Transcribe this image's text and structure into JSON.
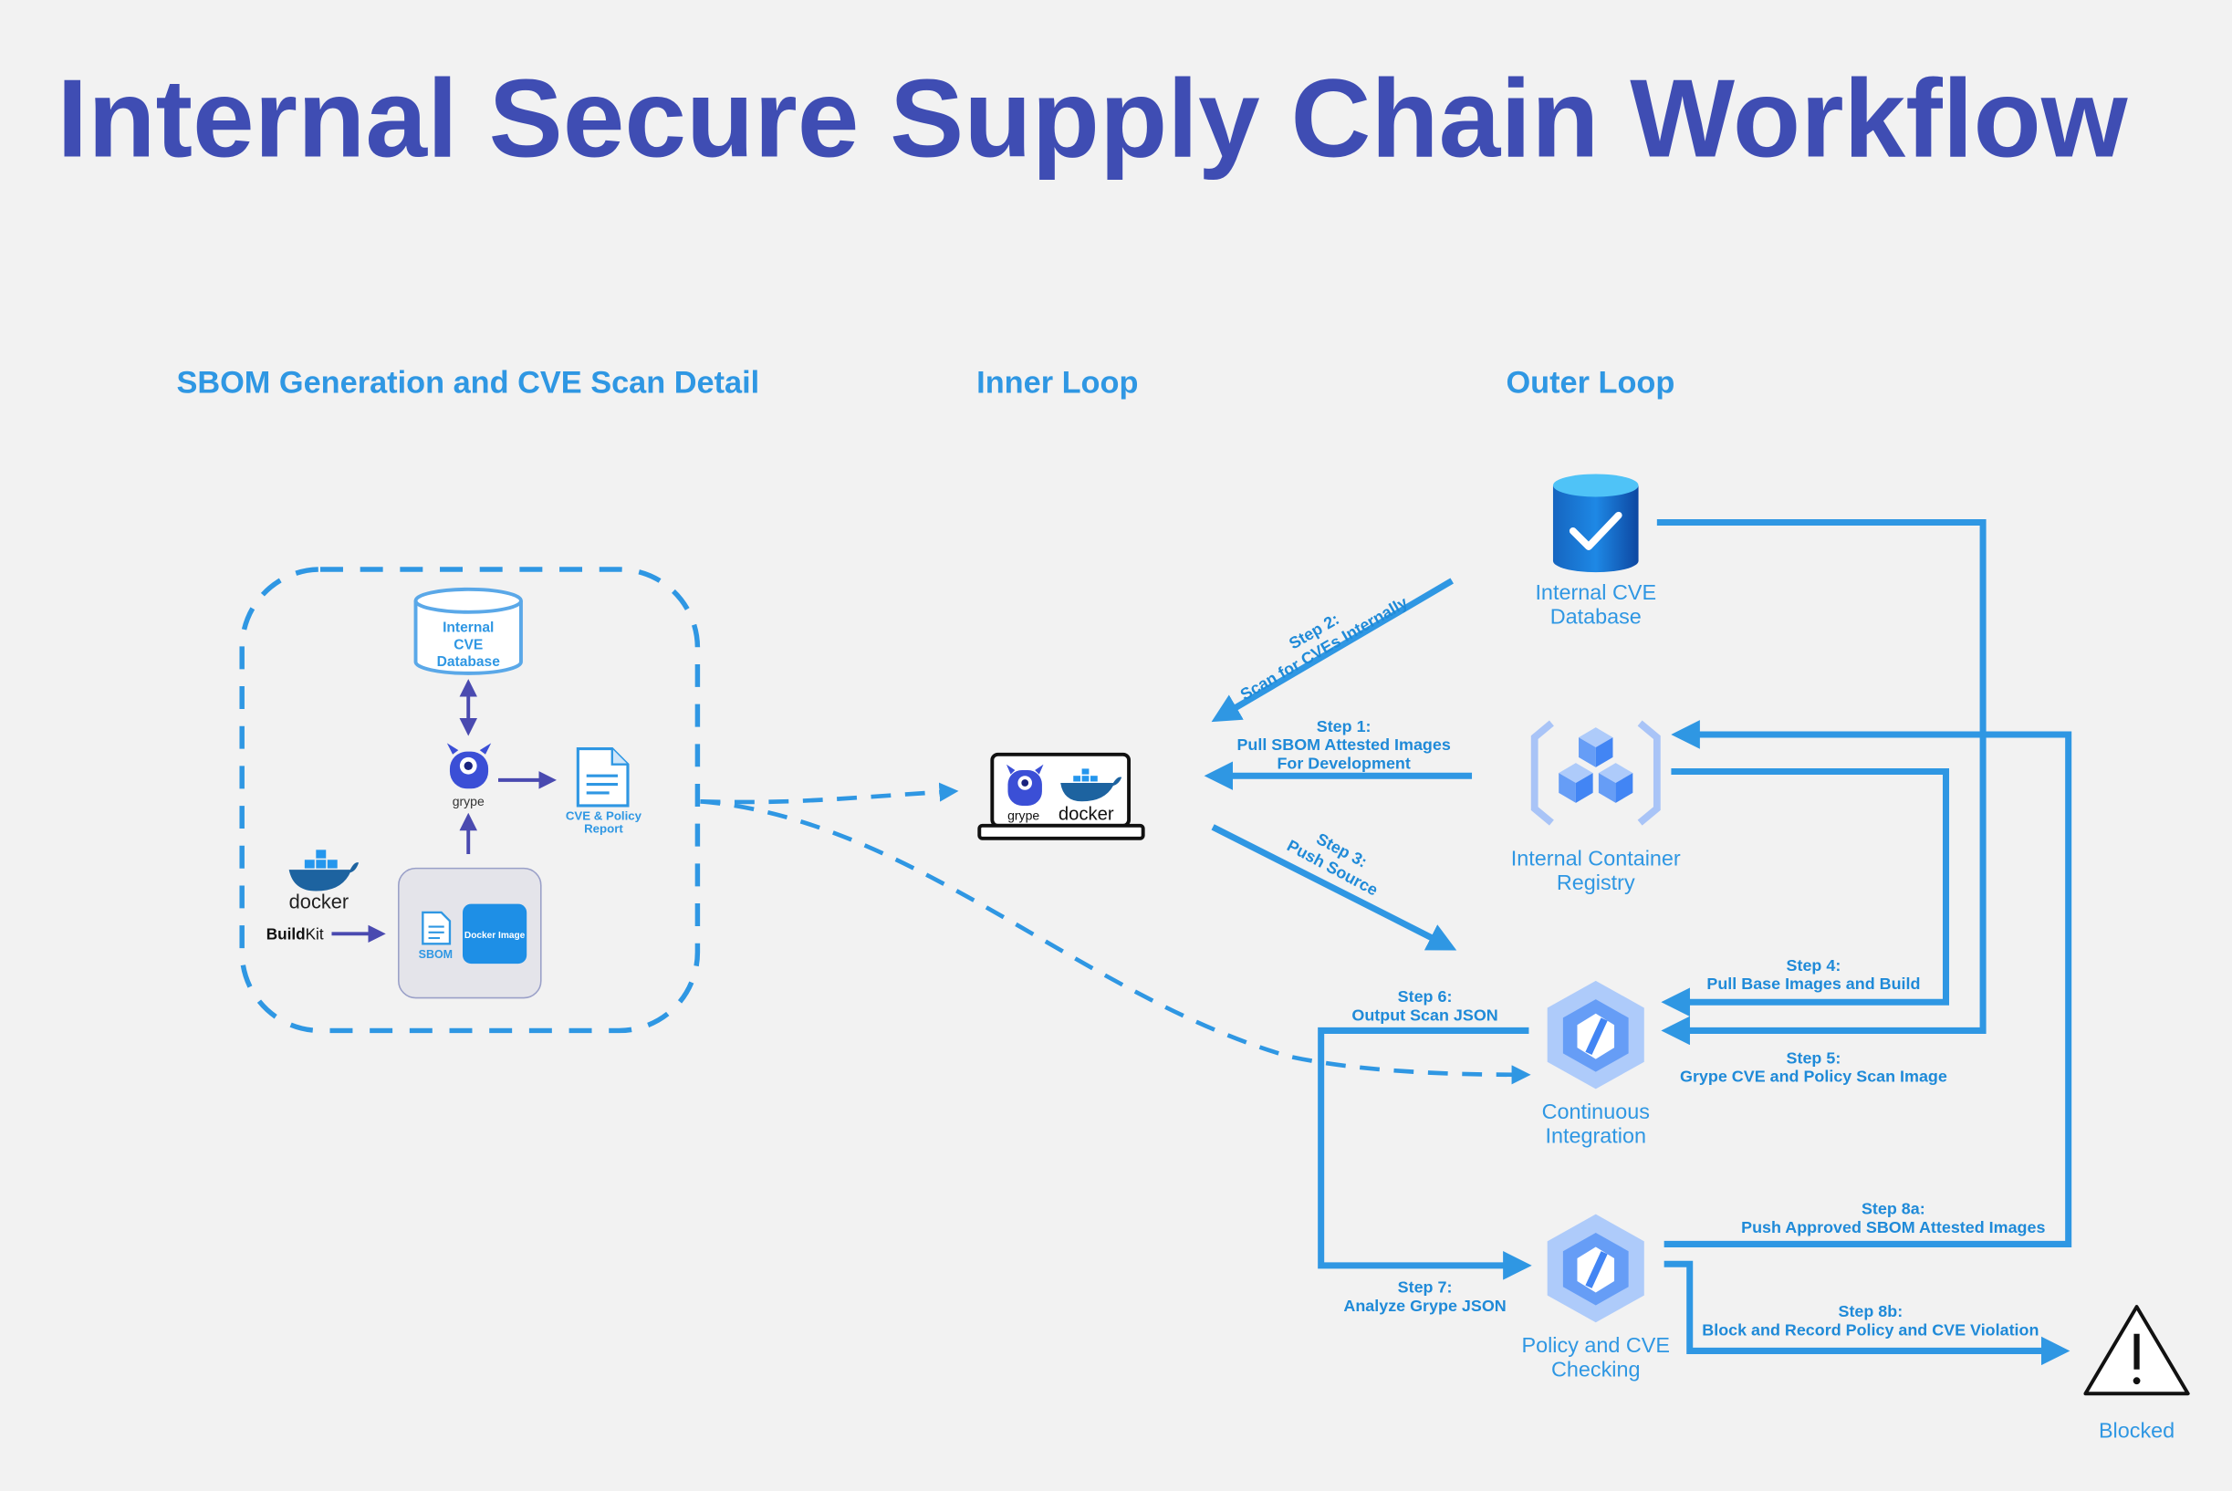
{
  "title": "Internal Secure Supply Chain Workflow",
  "sections": {
    "sbom": "SBOM Generation and CVE Scan Detail",
    "inner": "Inner Loop",
    "outer": "Outer Loop"
  },
  "detail": {
    "db_line1": "Internal",
    "db_line2": "CVE",
    "db_line3": "Database",
    "grype": "grype",
    "report_line1": "CVE & Policy",
    "report_line2": "Report",
    "docker": "docker",
    "buildkit_bold": "Build",
    "buildkit_rest": "Kit",
    "sbom": "SBOM",
    "docker_image": "Docker Image"
  },
  "laptop": {
    "grype": "grype",
    "docker": "docker"
  },
  "nodes": {
    "cve_db_line1": "Internal CVE",
    "cve_db_line2": "Database",
    "registry_line1": "Internal Container",
    "registry_line2": "Registry",
    "ci_line1": "Continuous",
    "ci_line2": "Integration",
    "policy_line1": "Policy and CVE",
    "policy_line2": "Checking",
    "blocked": "Blocked"
  },
  "steps": {
    "step1_a": "Step 1:",
    "step1_b": "Pull SBOM Attested Images",
    "step1_c": "For Development",
    "step2_a": "Step 2:",
    "step2_b": "Scan for CVEs Internally",
    "step3_a": "Step 3:",
    "step3_b": "Push Source",
    "step4_a": "Step 4:",
    "step4_b": "Pull Base Images and Build",
    "step5_a": "Step 5:",
    "step5_b": "Grype CVE and Policy Scan Image",
    "step6_a": "Step 6:",
    "step6_b": "Output Scan JSON",
    "step7_a": "Step 7:",
    "step7_b": "Analyze Grype JSON",
    "step8a_a": "Step 8a:",
    "step8a_b": "Push Approved SBOM Attested Images",
    "step8b_a": "Step 8b:",
    "step8b_b": "Block and Record Policy and CVE Violation"
  },
  "colors": {
    "title": "#3f4db3",
    "accent": "#2f97e3",
    "indigo": "#4a4ab0",
    "cube": "#7aa8f5"
  }
}
